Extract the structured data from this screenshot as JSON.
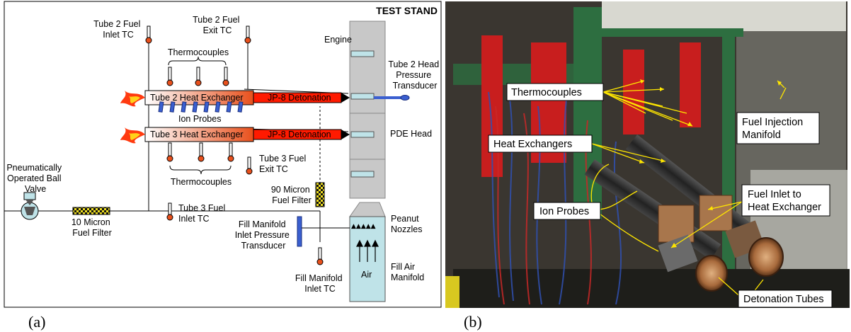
{
  "panel_a": {
    "title": "TEST STAND",
    "caption": "(a)",
    "labels": {
      "tube2_fuel_inlet_tc": [
        "Tube 2 Fuel",
        "Inlet TC"
      ],
      "tube2_fuel_exit_tc": [
        "Tube 2 Fuel",
        "Exit TC"
      ],
      "engine": "Engine",
      "thermocouples_top": "Thermocouples",
      "tube2_head_pressure": [
        "Tube 2 Head",
        "Pressure",
        "Transducer"
      ],
      "tube2_heat_exchanger": "Tube 2 Heat Exchanger",
      "jp8_detonation_2": "JP-8 Detonation",
      "ion_probes": "Ion Probes",
      "tube3_heat_exchanger": "Tube 3 Heat Exchanger",
      "jp8_detonation_3": "JP-8 Detonation",
      "pde_head": "PDE Head",
      "tube3_fuel_exit_tc": [
        "Tube 3 Fuel",
        "Exit TC"
      ],
      "thermocouples_bottom": "Thermocouples",
      "ball_valve": [
        "Pneumatically",
        "Operated Ball",
        "Valve"
      ],
      "micron10_filter": [
        "10 Micron",
        "Fuel Filter"
      ],
      "tube3_fuel_inlet_tc": [
        "Tube 3 Fuel",
        "Inlet TC"
      ],
      "micron90_filter": [
        "90 Micron",
        "Fuel Filter"
      ],
      "fill_manifold_pressure": [
        "Fill Manifold",
        "Inlet Pressure",
        "Transducer"
      ],
      "peanut_nozzles": [
        "Peanut",
        "Nozzles"
      ],
      "air": "Air",
      "fill_air_manifold": [
        "Fill Air",
        "Manifold"
      ],
      "fill_manifold_inlet_tc": [
        "Fill Manifold",
        "Inlet TC"
      ]
    }
  },
  "panel_b": {
    "caption": "(b)",
    "labels": {
      "thermocouples": "Thermocouples",
      "fuel_injection_manifold": [
        "Fuel Injection",
        "Manifold"
      ],
      "heat_exchangers": "Heat Exchangers",
      "fuel_inlet": [
        "Fuel Inlet to",
        "Heat Exchanger"
      ],
      "ion_probes": "Ion Probes",
      "detonation_tubes": "Detonation Tubes"
    }
  },
  "colors": {
    "hx_start": "#ffffff",
    "hx_end": "#e8501c",
    "detonation_red": "#ff1a00",
    "probe_blue": "#3a5fd0",
    "filter_yellow": "#f0e020",
    "engine_gray": "#c8c8c8",
    "air_manifold": "#bfe3e8",
    "leader_yellow": "#ffe600"
  }
}
